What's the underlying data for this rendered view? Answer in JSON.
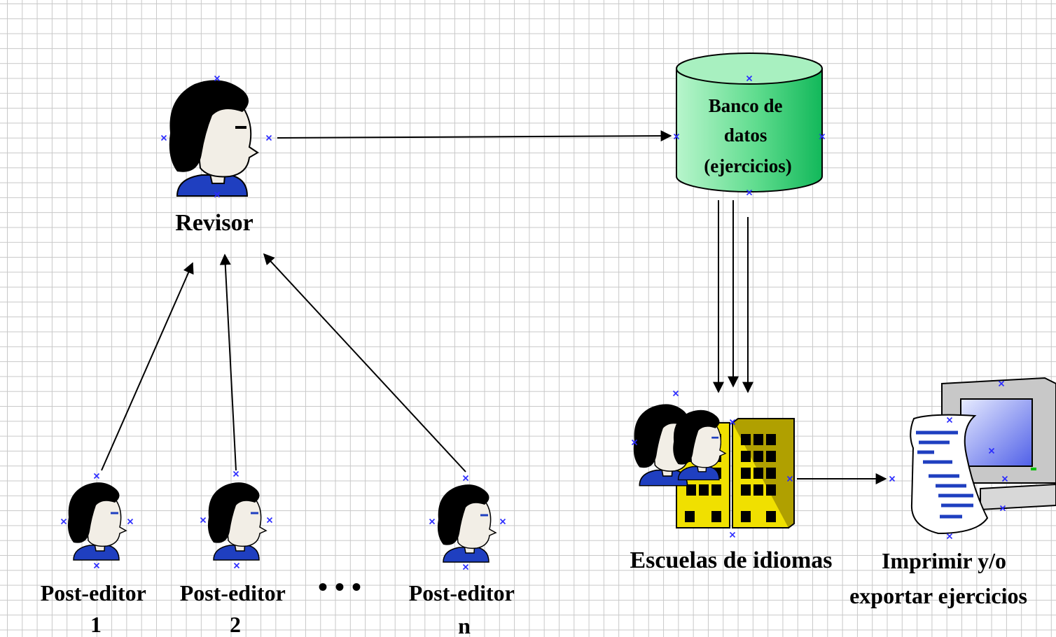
{
  "nodes": {
    "revisor": {
      "label": "Revisor"
    },
    "database": {
      "line1": "Banco de",
      "line2": "datos",
      "line3": "(ejercicios)"
    },
    "posteditor_1": {
      "line1": "Post-editor",
      "line2": "1"
    },
    "posteditor_2": {
      "line1": "Post-editor",
      "line2": "2"
    },
    "posteditor_n": {
      "line1": "Post-editor",
      "line2": "n"
    },
    "ellipsis": "• • •",
    "schools": {
      "label": "Escuelas de idiomas"
    },
    "output": {
      "line1": "Imprimir y/o",
      "line2": "exportar ejercicios"
    }
  },
  "colors": {
    "database_fill": "#2ecc71",
    "database_top": "#a8f0c0",
    "hair": "#000000",
    "shirt": "#1f3fc0",
    "building": "#f0e000",
    "doc_lines": "#1f3fc0",
    "monitor_screen": "#6d7cf0",
    "connector_marker": "#2a2aff"
  },
  "icons": [
    "person-icon",
    "database-cylinder-icon",
    "school-building-icon",
    "computer-printout-icon"
  ]
}
